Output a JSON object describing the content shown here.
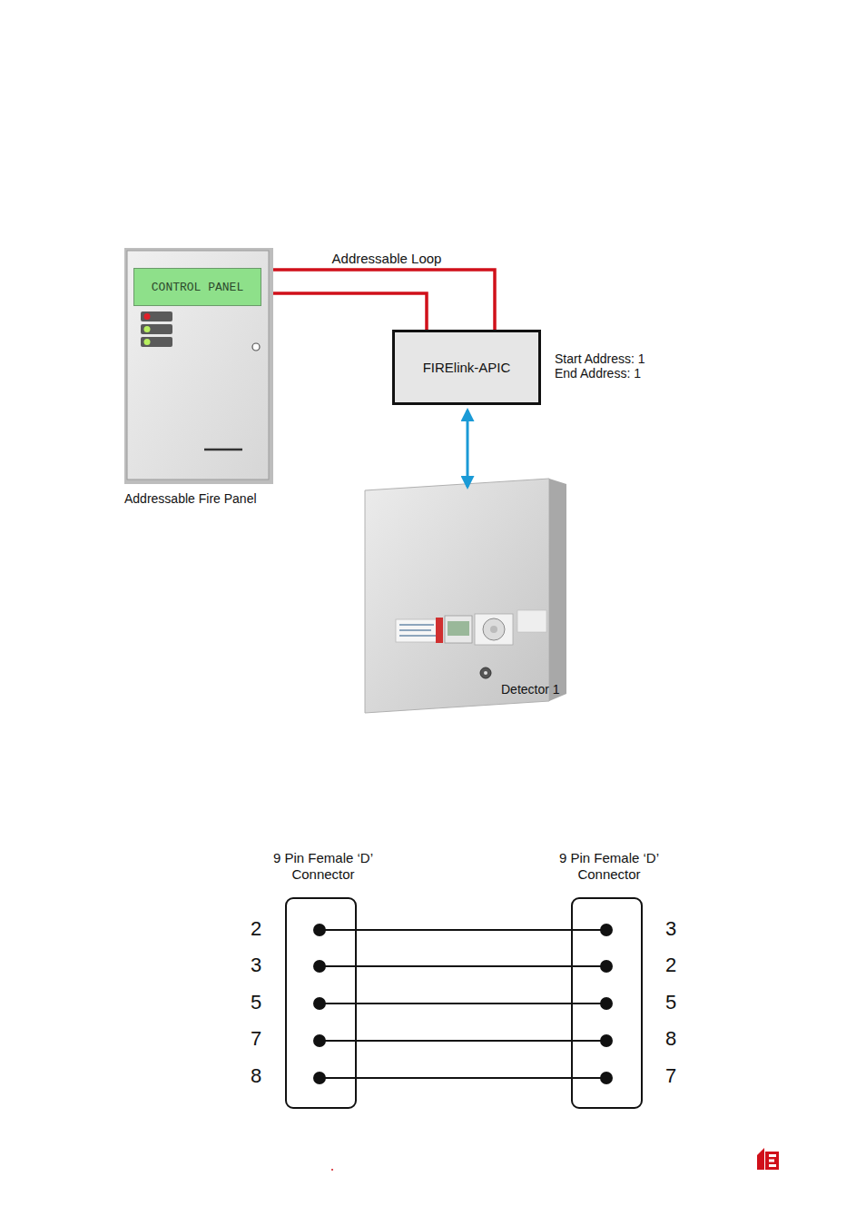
{
  "diagram": {
    "nodes": [
      {
        "text": [
          "Addressable Fire Panel"
        ]
      },
      {
        "text": [
          "CONTROL PANEL"
        ],
        "in": 0
      },
      {
        "text": [
          "FIRElink-APIC"
        ]
      },
      {
        "text": [
          "Detector 1"
        ]
      },
      {
        "text": [
          "9 Pin Female ‘D’ Connector"
        ]
      },
      {
        "text": [
          "9 Pin Female ‘D’ Connector"
        ]
      }
    ],
    "edges": [
      {
        "from": 0,
        "to": 2,
        "arrow": "none",
        "label": "Addressable Loop"
      },
      {
        "from": 0,
        "to": 2,
        "arrow": "none"
      },
      {
        "from": 2,
        "to": 3,
        "arrow": "both"
      },
      {
        "from": 4,
        "to": 5,
        "arrow": "none"
      },
      {
        "from": 4,
        "to": 5,
        "arrow": "none"
      },
      {
        "from": 4,
        "to": 5,
        "arrow": "none"
      },
      {
        "from": 4,
        "to": 5,
        "arrow": "none"
      },
      {
        "from": 4,
        "to": 5,
        "arrow": "none"
      }
    ],
    "labels": [
      "Start Address: 1",
      "End Address: 1",
      "2",
      "3",
      "5",
      "7",
      "8",
      "3",
      "2",
      "5",
      "8",
      "7"
    ]
  }
}
